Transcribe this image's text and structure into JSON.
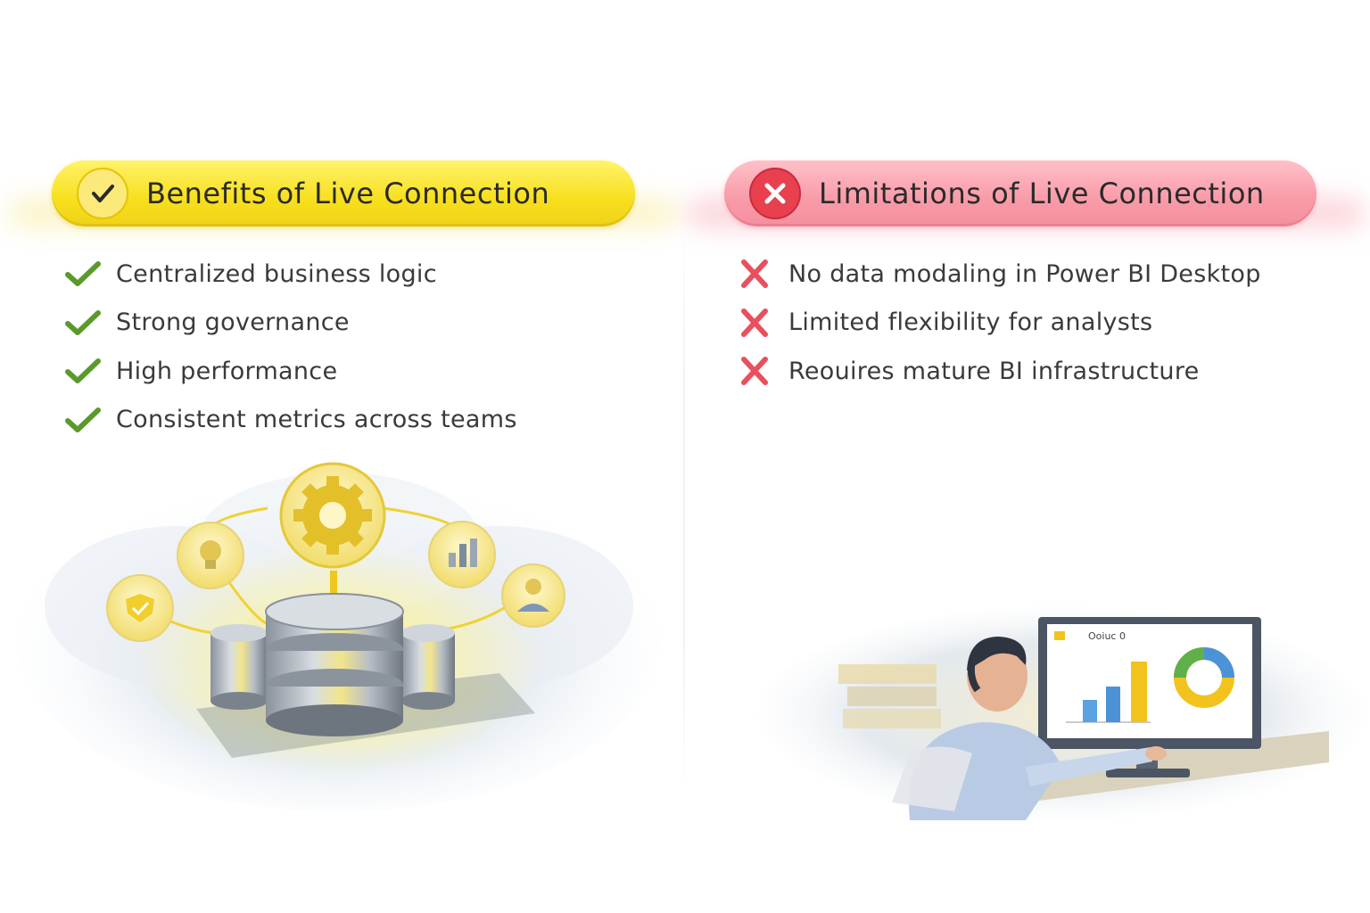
{
  "benefits": {
    "title": "Benefits of Live Connection",
    "badge_icon": "checkmark-icon",
    "color": "#f7df1c",
    "items": [
      "Centralized business logic",
      "Strong governance",
      "High performance",
      "Consistent metrics across teams"
    ],
    "item_icon": "green-check-icon",
    "illustration": "database-cloud-illustration"
  },
  "limitations": {
    "title": "Limitations of Live Connection",
    "badge_icon": "x-icon",
    "color": "#f99aa8",
    "items": [
      "No data modaling in Power BI Desktop",
      "Limited flexibility for analysts",
      "Reouires mature BI infrastructure"
    ],
    "item_icon": "red-x-icon",
    "illustration": "analyst-at-monitor-illustration",
    "monitor_caption": "Ooiuc 0"
  }
}
